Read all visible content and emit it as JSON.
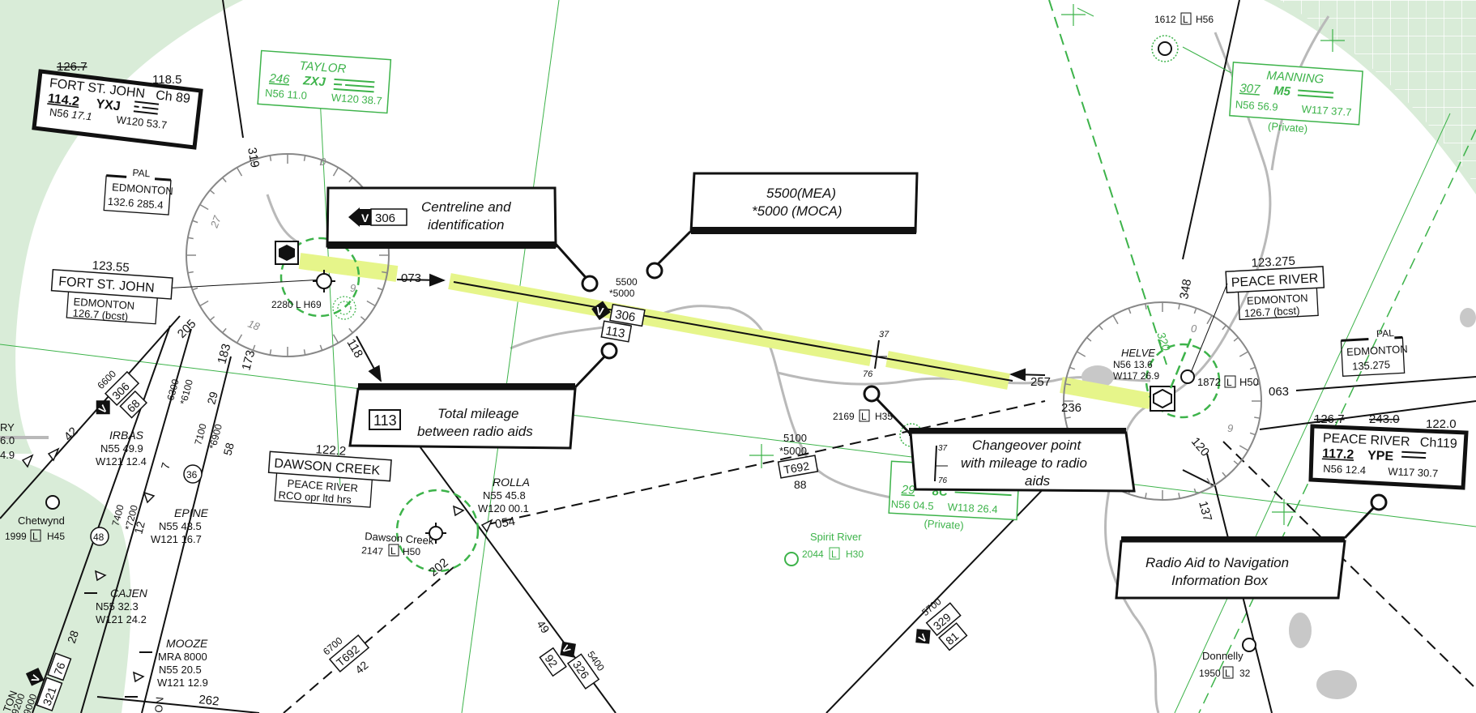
{
  "stations": {
    "fort_st_john_vor": {
      "old_freq": "126.7",
      "freq": "118.5",
      "name": "FORT ST. JOHN",
      "channel": "Ch 89",
      "vor_freq": "114.2",
      "ident": "YXJ",
      "lat": "N56",
      "lat_min": "17.1",
      "lon": "W120",
      "lon_min": "53.7"
    },
    "fort_st_john_fss": {
      "freq": "123.55",
      "name": "FORT ST. JOHN",
      "sub": "EDMONTON",
      "sub_freq": "126.7 (bcst)"
    },
    "pal_fort": {
      "title": "PAL",
      "name": "EDMONTON",
      "freqs": "132.6 285.4"
    },
    "taylor": {
      "name": "TAYLOR",
      "freq": "246",
      "ident": "ZXJ",
      "lat": "N56",
      "lat_min": "11.0",
      "lon": "W120",
      "lon_min": "38.7"
    },
    "fort_aerodrome": {
      "elev": "2280",
      "l": "L",
      "h": "H69"
    },
    "dawson_fss": {
      "freq": "122.2",
      "name": "DAWSON CREEK",
      "sub": "PEACE RIVER",
      "sub2": "RCO opr ltd hrs"
    },
    "dawson_aerodrome": {
      "name": "Dawson Creek",
      "elev": "2147",
      "l": "L",
      "h": "H50"
    },
    "chetwynd": {
      "name": "Chetwynd",
      "elev": "1999",
      "l": "L",
      "h": "H45"
    },
    "manning": {
      "name": "MANNING",
      "freq": "307",
      "ident": "M5",
      "lat": "N56",
      "lat_min": "56.9",
      "lon": "W117",
      "lon_min": "37.7",
      "note": "(Private)"
    },
    "peace_fss": {
      "freq": "123.275",
      "name": "PEACE RIVER",
      "sub": "EDMONTON",
      "sub_freq": "126.7 (bcst)"
    },
    "pal_peace": {
      "title": "PAL",
      "name": "EDMONTON",
      "freqs": "135.275"
    },
    "peace_vor": {
      "old1": "126.7",
      "old2": "243.0",
      "freq": "122.0",
      "name": "PEACE RIVER",
      "channel": "Ch119",
      "vor_freq": "117.2",
      "ident": "YPE",
      "lat": "N56",
      "lat_min": "12.4",
      "lon": "W117",
      "lon_min": "30.7"
    },
    "peace_aerodrome": {
      "elev": "1872",
      "l": "L",
      "h": "H50"
    },
    "helve": {
      "name": "HELVE",
      "lat": "N56 13.6",
      "lon": "W117 26.9"
    },
    "spirit_river": {
      "name": "Spirit River",
      "elev": "2044",
      "l": "L",
      "h": "H30"
    },
    "ndb_private": {
      "freq": "29",
      "ident": "8C",
      "lat": "N56",
      "lat_min": "04.5",
      "lon": "W118",
      "lon_min": "26.4",
      "note": "(Private)"
    },
    "aerodrome_2169": {
      "elev": "2169",
      "l": "L",
      "h": "H35"
    },
    "top_aerodrome": {
      "elev": "1612",
      "l": "L",
      "h": "H56"
    },
    "donnelly": {
      "name": "Donnelly",
      "elev": "1950",
      "l": "L",
      "h": "32"
    }
  },
  "fixes": {
    "rolla": {
      "name": "ROLLA",
      "lat": "N55 45.8",
      "lon": "W120 00.1"
    },
    "irbas": {
      "name": "IRBAS",
      "lat": "N55 49.9",
      "lon": "W121 12.4"
    },
    "epine": {
      "name": "EPINE",
      "lat": "N55 43.5",
      "lon": "W121 16.7"
    },
    "cajen": {
      "name": "CAJEN",
      "lat": "N55 32.3",
      "lon": "W121 24.2"
    },
    "mooze": {
      "name": "MOOZE",
      "mra": "MRA 8000",
      "lat": "N55 20.5",
      "lon": "W121 12.9"
    }
  },
  "airway_main": {
    "v": "V",
    "id": "306",
    "mea": "5500",
    "moca": "*5000",
    "total": "113",
    "co_top": "37",
    "co_bot": "76",
    "radial_out": "073",
    "radial_in": "257",
    "radial_236": "236"
  },
  "routes": {
    "t692_east": {
      "mea": "5100",
      "moca": "*5000",
      "id": "T692",
      "dist": "88"
    },
    "t692_south": {
      "mea": "6700",
      "id": "T692",
      "dist": "42"
    },
    "v326": {
      "v": "V",
      "id": "326",
      "mea": "5400",
      "dist": "92",
      "radial": "49"
    },
    "v329": {
      "v": "V",
      "id": "329",
      "mea": "5700",
      "dist": "81"
    },
    "v306_sw": {
      "v": "V",
      "id": "306",
      "mea": "6600",
      "dist": "68"
    },
    "left_v": {
      "v": "V",
      "id": "321",
      "mea": "9200",
      "moca": "*9000",
      "dist": "76",
      "d28": "28"
    },
    "bearings": {
      "b319": "319",
      "b118": "118",
      "b205": "205",
      "b183": "183",
      "b173": "173",
      "b054": "054",
      "b202": "202",
      "b348": "348",
      "b320": "320",
      "b063": "063",
      "b120": "120",
      "b137": "137",
      "b262": "262",
      "b42": "42",
      "b29": "29",
      "b58": "58",
      "b36": "36",
      "b48": "48",
      "b12": "12",
      "b7": "7",
      "m6300": "6300",
      "m6100": "*6100",
      "m7100": "7100",
      "m6900": "*6900",
      "m7400": "7400",
      "m7200": "*7200"
    },
    "edge_labels": {
      "ry": "RY",
      "e6": "6.0",
      "e49": "4.9",
      "ton": "TON",
      "on": "ON"
    }
  },
  "compass_marks": {
    "n0": "0",
    "w27": "27",
    "s18": "18",
    "e9": "9",
    "pn0": "0",
    "pe9": "9"
  },
  "callouts": {
    "centreline": {
      "line1": "Centreline and",
      "line2": "identification",
      "v": "V",
      "id": "306"
    },
    "mea": {
      "line1": "5500(MEA)",
      "line2": "*5000 (MOCA)"
    },
    "total": {
      "id": "113",
      "line1": "Total mileage",
      "line2": "between radio aids"
    },
    "changeover": {
      "top": "37",
      "bot": "76",
      "line1": "Changeover point",
      "line2": "with mileage to radio",
      "line3": "aids"
    },
    "radio_aid": {
      "line1": "Radio Aid to Navigation",
      "line2": "Information Box"
    }
  },
  "colors": {
    "green": "#3db34a",
    "land": "#d9ecd8",
    "highlight": "#e6f58a",
    "water": "#b7b7b7"
  }
}
